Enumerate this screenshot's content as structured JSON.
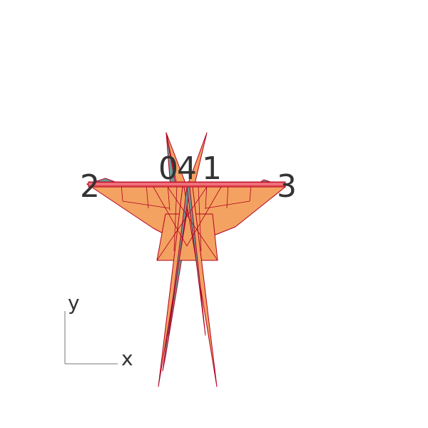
{
  "colors": {
    "orange": "#f4a261",
    "teal": "#6a9e9a",
    "edge": "#b00020",
    "bar": "#e8505b",
    "axis": "#777777",
    "text": "#333333"
  },
  "node_labels": [
    "0",
    "4",
    "1",
    "2",
    "3"
  ],
  "axes": {
    "x": "x",
    "y": "y"
  }
}
